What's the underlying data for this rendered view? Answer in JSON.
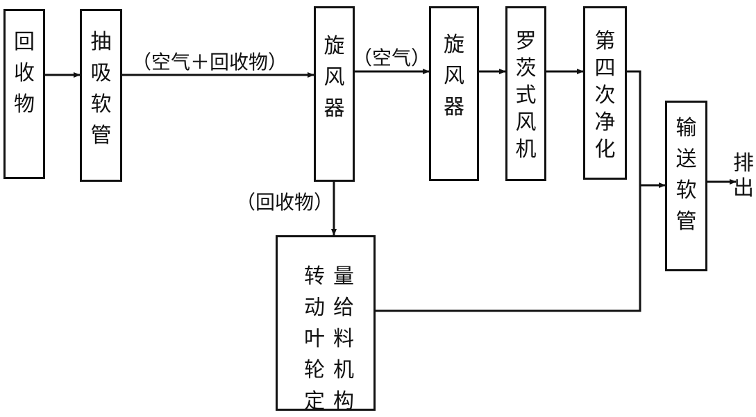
{
  "nodes": {
    "recovered": "回收物",
    "suction_hose": "抽吸软管",
    "cyclone_1": "旋风器",
    "cyclone_2": "旋风器",
    "roots_blower": "罗茨式风机",
    "fourth_purification": "第四次净化",
    "conveying_hose": "输送软管",
    "feeder_col_right": "量给料机构",
    "feeder_col_left": "转动叶轮定",
    "discharge": "排出"
  },
  "edges": {
    "air_plus_recovered": "（空气＋回收物）",
    "air": "（空气）",
    "recovered_down": "（回收物）"
  },
  "colors": {
    "line": "#111111",
    "background": "#ffffff"
  }
}
